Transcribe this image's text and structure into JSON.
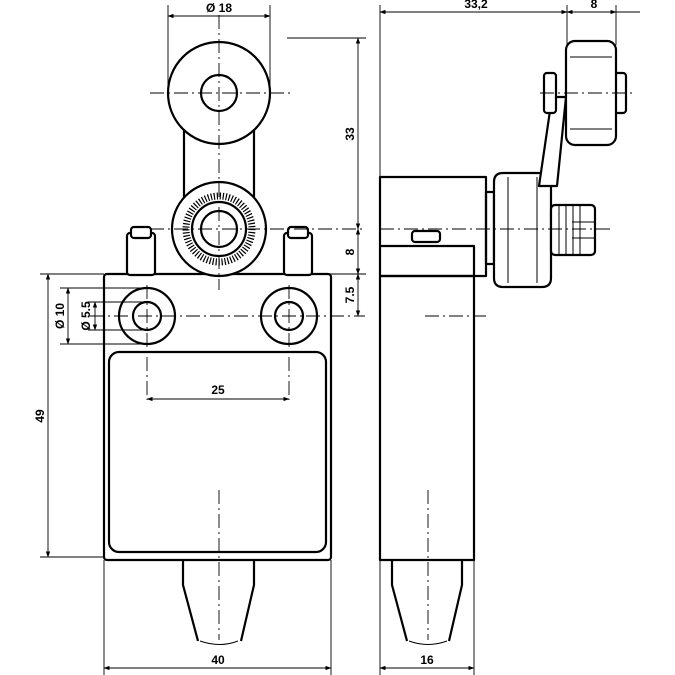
{
  "dimensions": {
    "roller_diameter": "Ø 18",
    "arm_height": "33",
    "head_height": "8",
    "hole_offset": "7.5",
    "hole_diameter_outer": "Ø 10",
    "hole_diameter_inner": "Ø 5.5",
    "body_height": "49",
    "hole_spacing": "25",
    "body_width": "40",
    "side_width": "33,2",
    "roller_width": "8",
    "side_depth": "16"
  }
}
